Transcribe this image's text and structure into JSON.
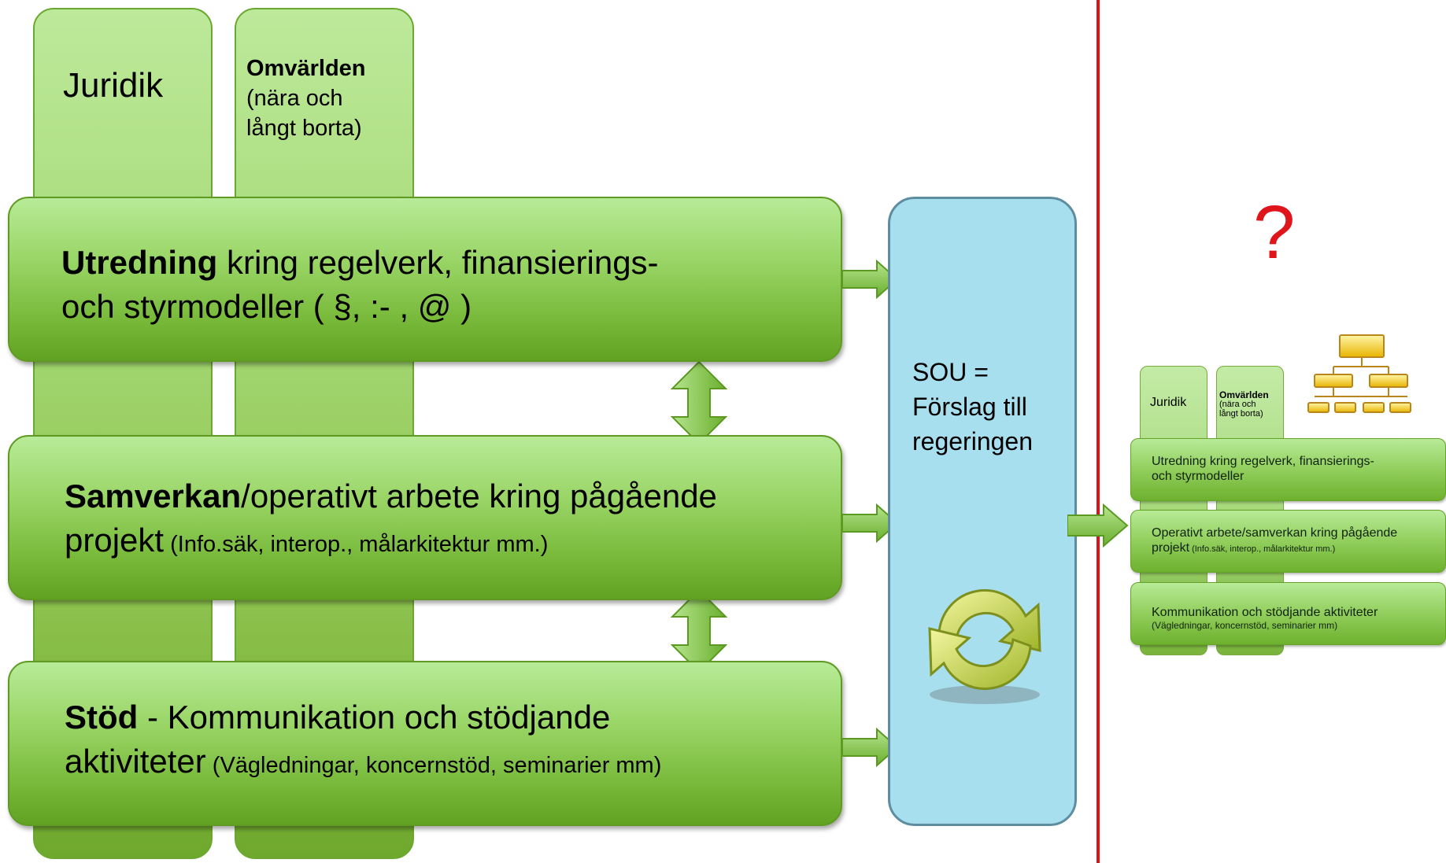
{
  "columns": {
    "juridik": "Juridik",
    "omvarlden_title": "Omvärlden",
    "omvarlden_line1": "(nära och",
    "omvarlden_line2": "långt borta)"
  },
  "bars": {
    "utredning_bold": "Utredning",
    "utredning_rest": " kring regelverk, finansierings-",
    "utredning_line2": "och styrmodeller ( §, :- , @ )",
    "samverkan_bold": "Samverkan",
    "samverkan_rest": "/operativt arbete kring pågående",
    "samverkan_line2": "projekt",
    "samverkan_small": " (Info.säk, interop., målarkitektur mm.)",
    "stod_bold": "Stöd",
    "stod_rest": " - Kommunikation och stödjande",
    "stod_line2": "aktiviteter",
    "stod_small": " (Vägledningar, koncernstöd, seminarier mm)"
  },
  "sou": {
    "line1": "SOU =",
    "line2": "Förslag till",
    "line3": "regeringen"
  },
  "question_mark": "?",
  "mini": {
    "juridik": "Juridik",
    "omvarlden_title": "Omvärlden",
    "omvarlden_line1": "(nära och",
    "omvarlden_line2": "långt borta)",
    "bar1_line1": "Utredning kring regelverk, finansierings-",
    "bar1_line2": "och styrmodeller",
    "bar2_line1": "Operativt arbete/samverkan kring pågående",
    "bar2_line2": "projekt",
    "bar2_small": " (Info.säk, interop., målarkitektur mm.)",
    "bar3_line1": "Kommunikation och stödjande aktiviteter",
    "bar3_small": "(Vägledningar, koncernstöd, seminarier mm)"
  },
  "colors": {
    "divider": "#d9141b",
    "question": "#e0141b",
    "sou_fill": "#a8dfee",
    "green_dark": "#62a222",
    "green_light": "#b8eb98"
  },
  "icons": [
    "refresh-cycle-icon",
    "org-chart-icon"
  ]
}
